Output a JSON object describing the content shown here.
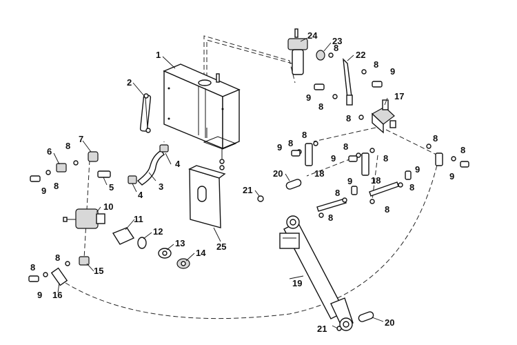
{
  "diagram": {
    "callouts": {
      "c1": "1",
      "c2": "2",
      "c3": "3",
      "c4a": "4",
      "c4b": "4",
      "c5": "5",
      "c6": "6",
      "c7": "7",
      "c8a": "8",
      "c8b": "8",
      "c8c": "8",
      "c8d": "8",
      "c8e": "8",
      "c8f": "8",
      "c8g": "8",
      "c8h": "8",
      "c8i": "8",
      "c8j": "8",
      "c8k": "8",
      "c8l": "8",
      "c8m": "8",
      "c8n": "8",
      "c8o": "8",
      "c8p": "8",
      "c8q": "8",
      "c8r": "8",
      "c9a": "9",
      "c9b": "9",
      "c9c": "9",
      "c9d": "9",
      "c9e": "9",
      "c9f": "9",
      "c9g": "9",
      "c9h": "9",
      "c9i": "9",
      "c10": "10",
      "c11": "11",
      "c12": "12",
      "c13": "13",
      "c14": "14",
      "c15": "15",
      "c16": "16",
      "c17": "17",
      "c18a": "18",
      "c18b": "18",
      "c19": "19",
      "c20a": "20",
      "c20b": "20",
      "c21a": "21",
      "c21b": "21",
      "c22": "22",
      "c23": "23",
      "c24": "24",
      "c25": "25"
    }
  }
}
